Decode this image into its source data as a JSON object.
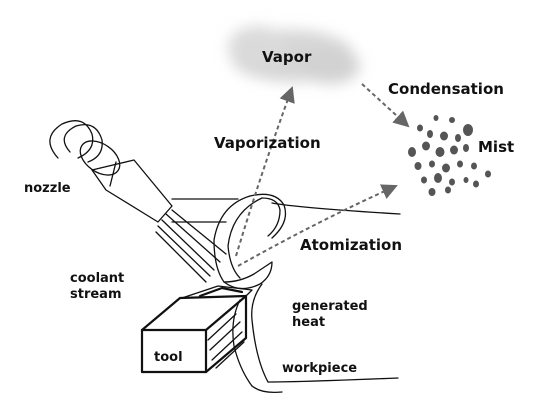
{
  "labels": {
    "vapor": "Vapor",
    "condensation": "Condensation",
    "mist": "Mist",
    "vaporization": "Vaporization",
    "atomization": "Atomization",
    "nozzle": "nozzle",
    "coolant_stream_line1": "coolant",
    "coolant_stream_line2": "stream",
    "generated_heat_line1": "generated",
    "generated_heat_line2": "heat",
    "tool": "tool",
    "workpiece": "workpiece"
  },
  "colors": {
    "ink": "#111111",
    "arrow": "#666666",
    "cloud": "#d9d9d9",
    "droplet": "#555555"
  }
}
